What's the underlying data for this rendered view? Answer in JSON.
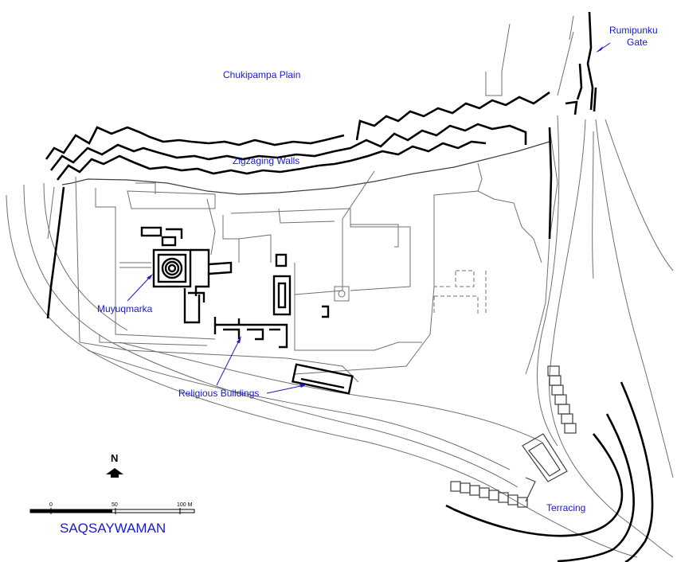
{
  "map": {
    "labels": {
      "plain": "Chukipampa Plain",
      "gate_line1": "Rumipunku",
      "gate_line2": "Gate",
      "walls": "Zigzaging Walls",
      "muyuqmarka": "Muyuqmarka",
      "religious": "Religious Buildings",
      "terracing": "Terracing"
    },
    "title": "SAQSAYWAMAN",
    "north_label": "N",
    "scale": {
      "ticks": [
        "0",
        "50",
        "100 M"
      ]
    },
    "colors": {
      "label": "#1a1ac8",
      "ink": "#000000",
      "line": "#707070"
    }
  }
}
